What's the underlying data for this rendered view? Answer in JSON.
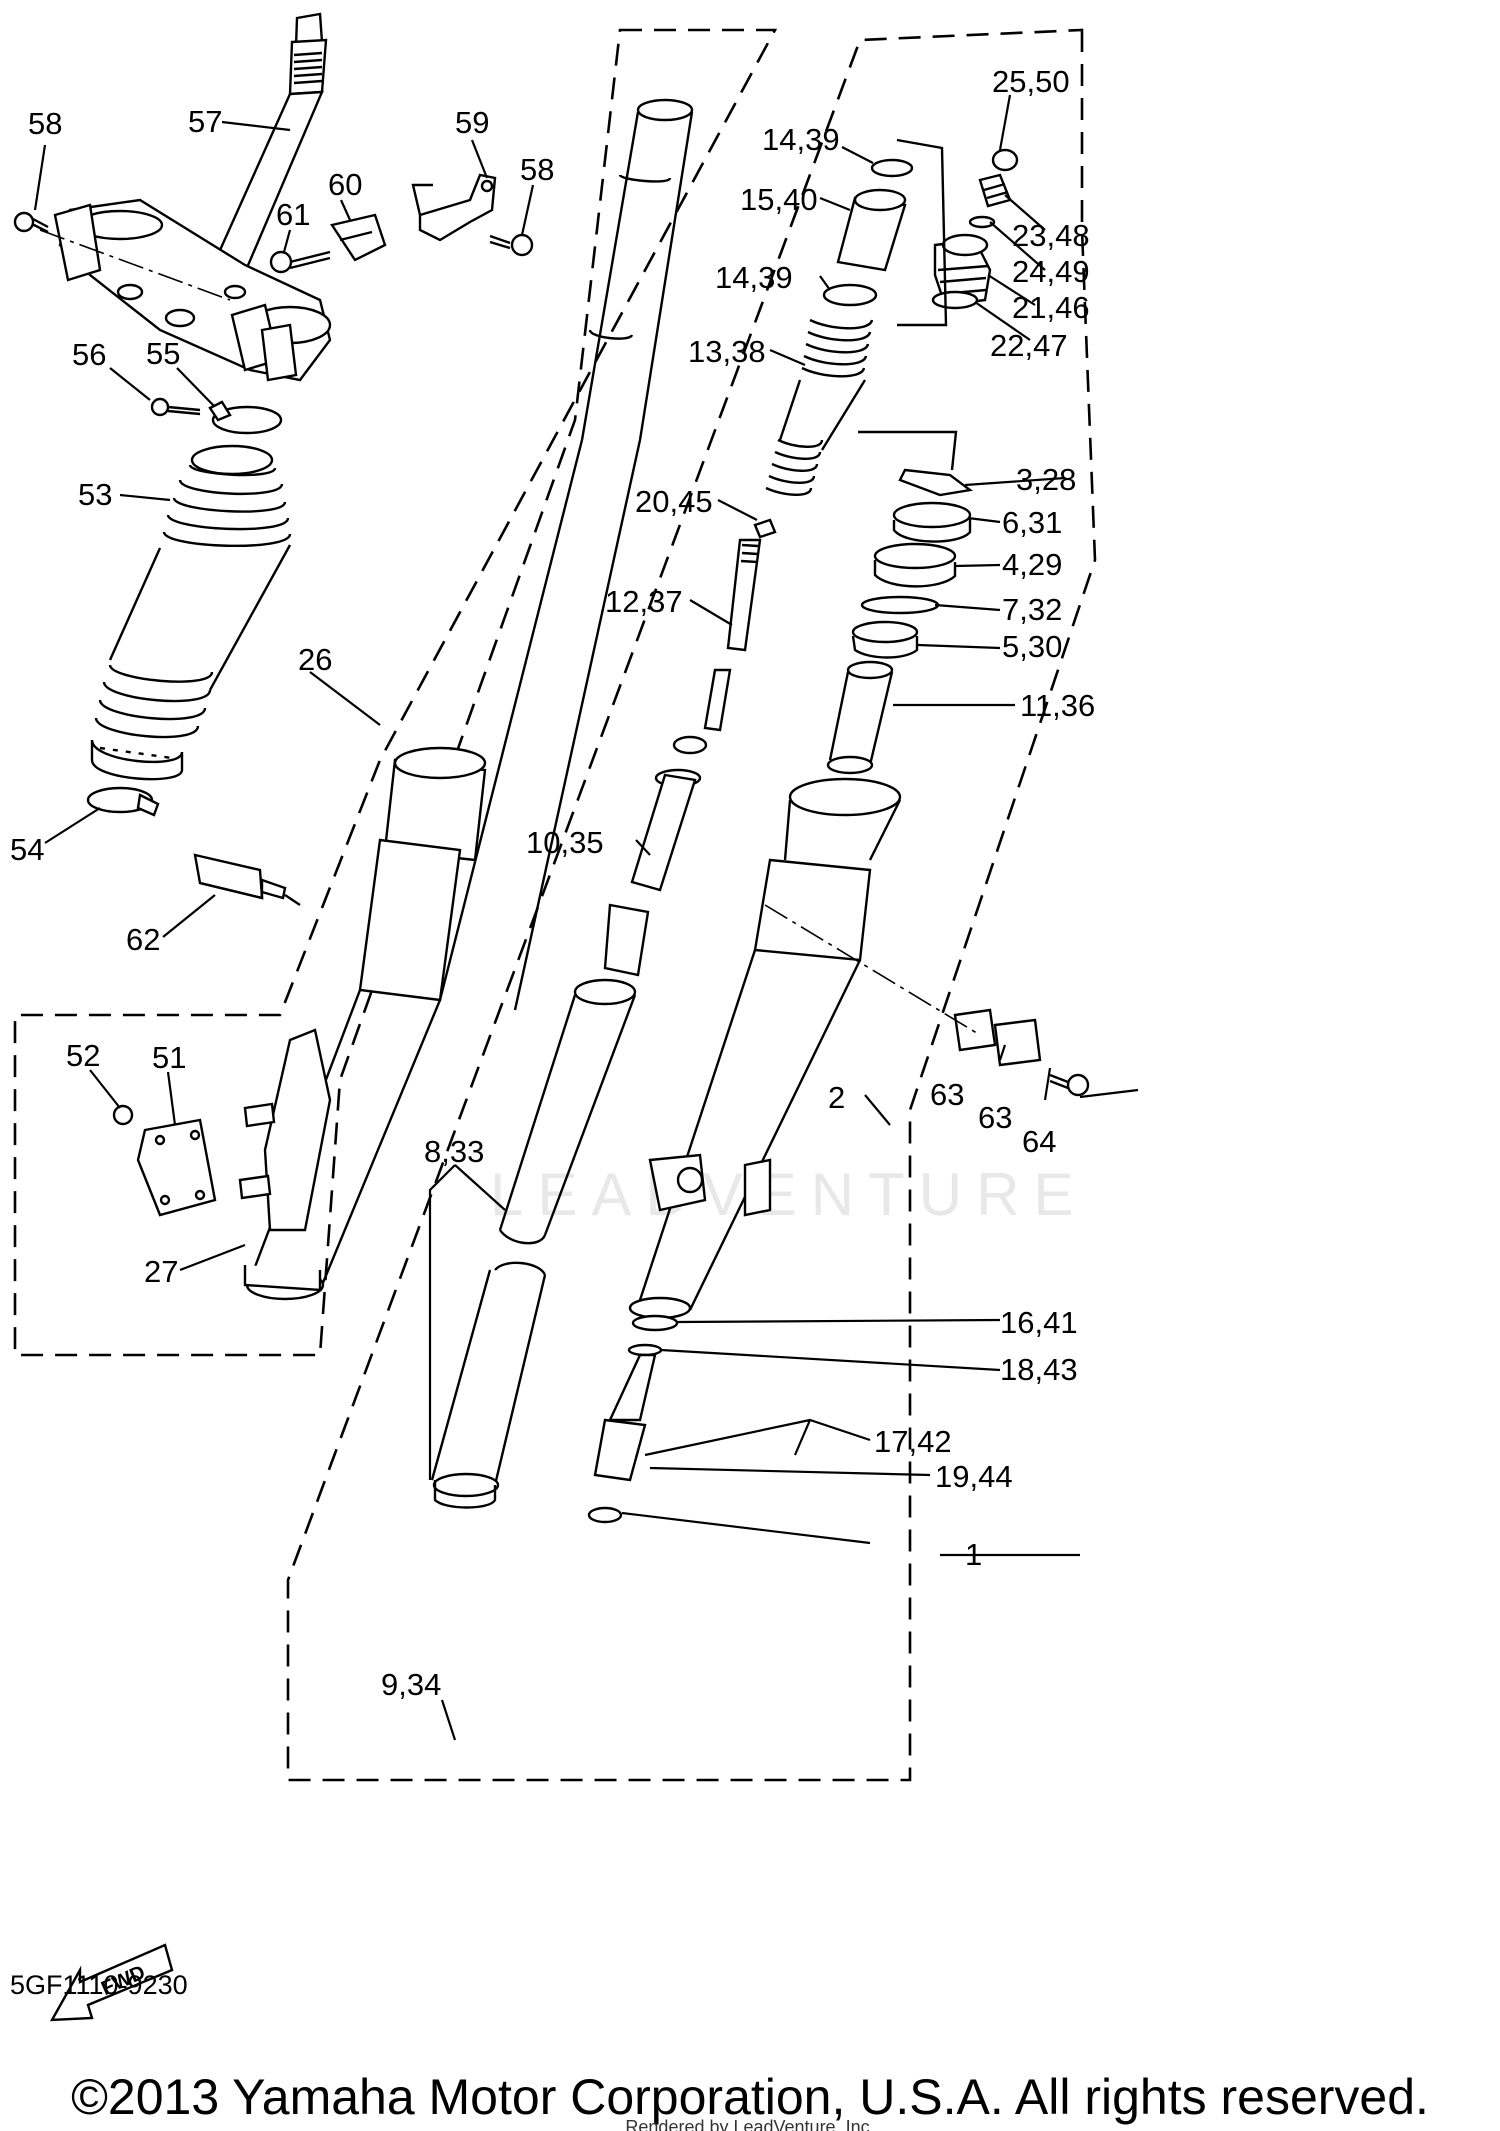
{
  "diagram": {
    "code": "5GF1110-9230",
    "copyright": "©2013 Yamaha Motor Corporation, U.S.A. All rights reserved.",
    "rendered_by": "Rendered by LeadVenture, Inc.",
    "watermark": "LEADVENTURE",
    "direction_badge": "FWD"
  },
  "callouts": [
    {
      "id": "c-58a",
      "label": "58"
    },
    {
      "id": "c-57",
      "label": "57"
    },
    {
      "id": "c-59",
      "label": "59"
    },
    {
      "id": "c-60",
      "label": "60"
    },
    {
      "id": "c-58b",
      "label": "58"
    },
    {
      "id": "c-61",
      "label": "61"
    },
    {
      "id": "c-56",
      "label": "56"
    },
    {
      "id": "c-55",
      "label": "55"
    },
    {
      "id": "c-53",
      "label": "53"
    },
    {
      "id": "c-54",
      "label": "54"
    },
    {
      "id": "c-62",
      "label": "62"
    },
    {
      "id": "c-26",
      "label": "26"
    },
    {
      "id": "c-52",
      "label": "52"
    },
    {
      "id": "c-51",
      "label": "51"
    },
    {
      "id": "c-27",
      "label": "27"
    },
    {
      "id": "c-14-39a",
      "label": "14,39"
    },
    {
      "id": "c-15-40",
      "label": "15,40"
    },
    {
      "id": "c-14-39b",
      "label": "14,39"
    },
    {
      "id": "c-13-38",
      "label": "13,38"
    },
    {
      "id": "c-20-45",
      "label": "20,45"
    },
    {
      "id": "c-12-37",
      "label": "12,37"
    },
    {
      "id": "c-10-35",
      "label": "10,35"
    },
    {
      "id": "c-8-33",
      "label": "8,33"
    },
    {
      "id": "c-9-34",
      "label": "9,34"
    },
    {
      "id": "c-25-50",
      "label": "25,50"
    },
    {
      "id": "c-23-48",
      "label": "23,48"
    },
    {
      "id": "c-24-49",
      "label": "24,49"
    },
    {
      "id": "c-21-46",
      "label": "21,46"
    },
    {
      "id": "c-22-47",
      "label": "22,47"
    },
    {
      "id": "c-3-28",
      "label": "3,28"
    },
    {
      "id": "c-6-31",
      "label": "6,31"
    },
    {
      "id": "c-4-29",
      "label": "4,29"
    },
    {
      "id": "c-7-32",
      "label": "7,32"
    },
    {
      "id": "c-5-30",
      "label": "5,30"
    },
    {
      "id": "c-11-36",
      "label": "11,36"
    },
    {
      "id": "c-2",
      "label": "2"
    },
    {
      "id": "c-63a",
      "label": "63"
    },
    {
      "id": "c-63b",
      "label": "63"
    },
    {
      "id": "c-64",
      "label": "64"
    },
    {
      "id": "c-1",
      "label": "1"
    },
    {
      "id": "c-16-41",
      "label": "16,41"
    },
    {
      "id": "c-18-43",
      "label": "18,43"
    },
    {
      "id": "c-17-42",
      "label": "17,42"
    },
    {
      "id": "c-19-44",
      "label": "19,44"
    }
  ]
}
